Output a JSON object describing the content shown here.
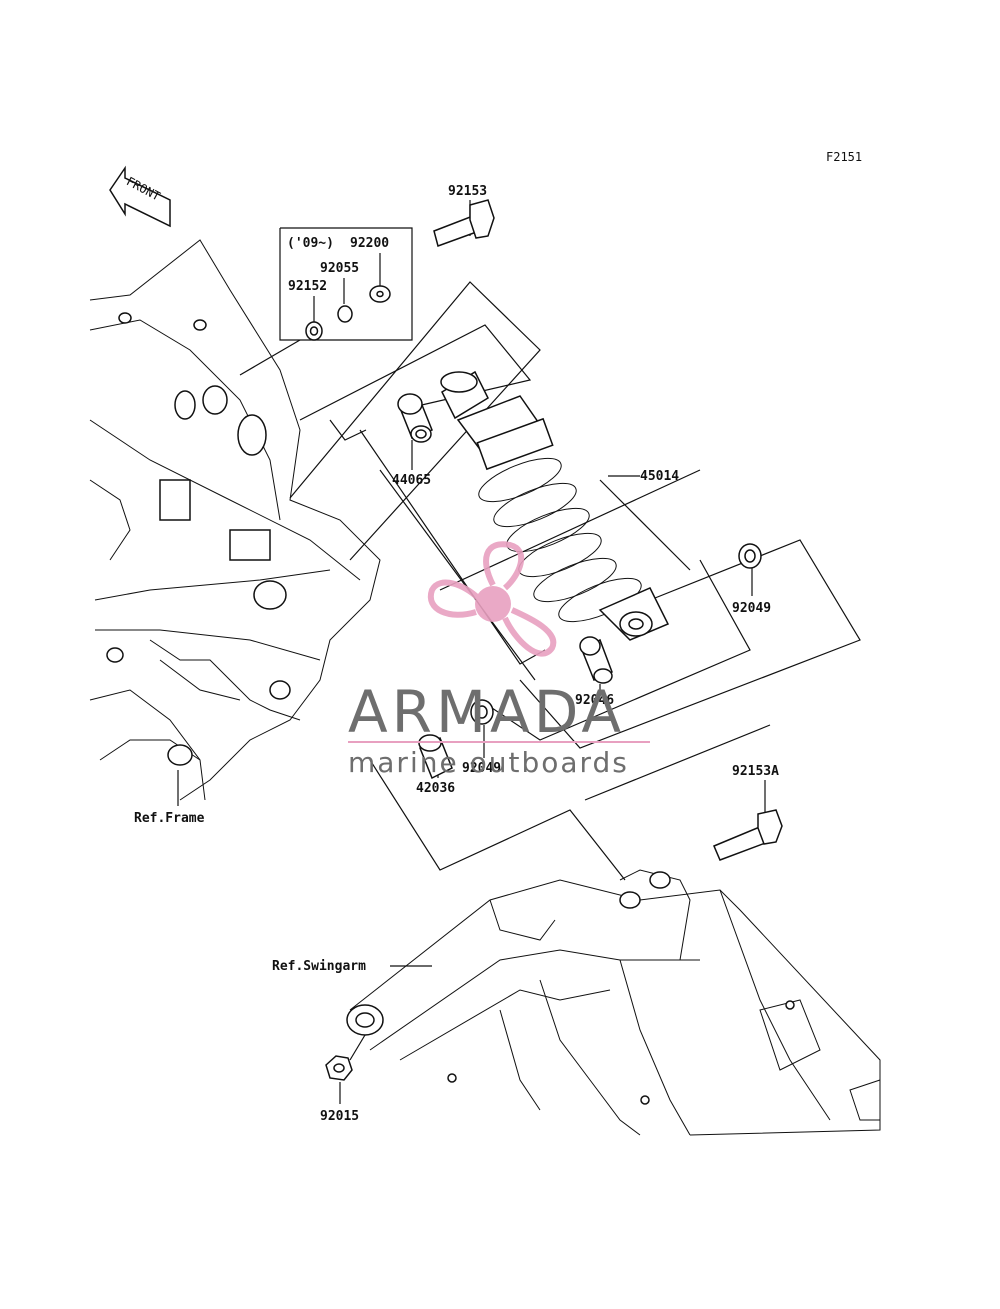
{
  "figure_id": "F2151",
  "front_label": "FRONT",
  "bracket_note": "('09~)",
  "parts": {
    "p92153": "92153",
    "p92200": "92200",
    "p92055": "92055",
    "p92152": "92152",
    "p44065": "44065",
    "p45014": "45014",
    "p92049a": "92049",
    "p92046": "92046",
    "p92049b": "92049",
    "p42036": "42036",
    "p92153A": "92153A",
    "p92015": "92015"
  },
  "refs": {
    "frame": "Ref.Frame",
    "swingarm": "Ref.Swingarm"
  },
  "watermark": {
    "brand": "ARMADA",
    "tagline": "marine outboards",
    "accent": "#e8a0c0",
    "text_color": "#6e6e6e"
  }
}
